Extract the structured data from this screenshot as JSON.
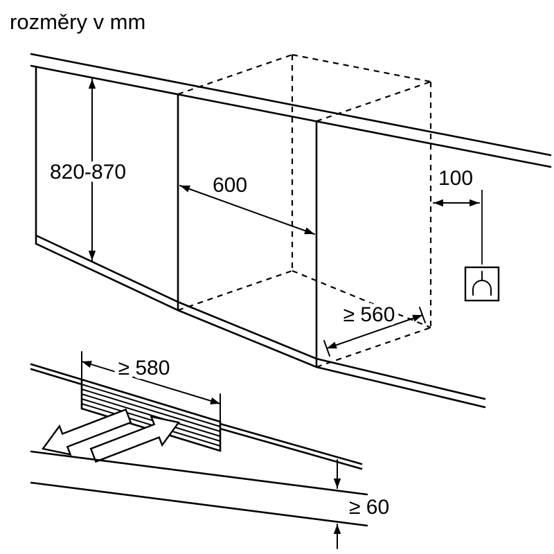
{
  "title": "rozměry v mm",
  "dims": {
    "niche_height": "820-870",
    "niche_width": "600",
    "outlet_distance": "100",
    "niche_depth": "≥ 560",
    "plinth_cutout_width": "≥ 580",
    "plinth_vent_height": "≥ 60"
  },
  "colors": {
    "line": "#000000",
    "background": "#ffffff"
  },
  "icons": {
    "outlet": "power-outlet-icon"
  }
}
